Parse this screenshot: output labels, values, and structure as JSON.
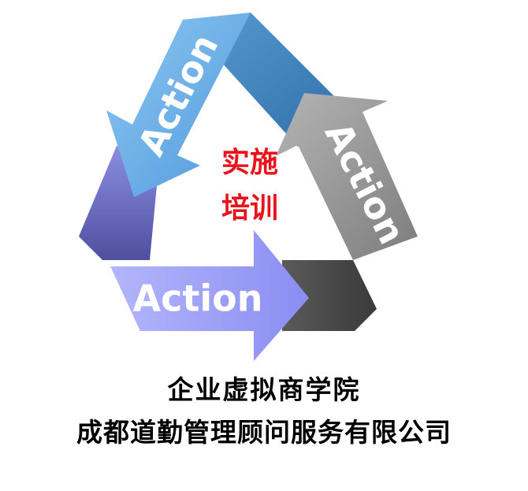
{
  "diagram": {
    "arrows": [
      {
        "label": "Action",
        "color": "#6fb3ea"
      },
      {
        "label": "Action",
        "color": "#8c8c8c"
      },
      {
        "label": "Action",
        "color": "#9b9ef7"
      }
    ],
    "center": {
      "line1": "实施",
      "line2": "培训",
      "color": "#e8141b"
    }
  },
  "organization": {
    "line1": "企业虚拟商学院",
    "line2": "成都道勤管理顾问服务有限公司"
  }
}
